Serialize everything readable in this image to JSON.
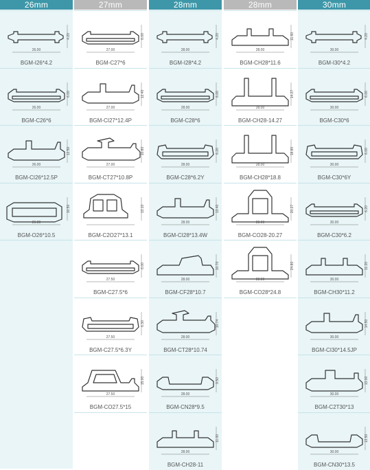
{
  "columns": [
    {
      "header": "26mm",
      "style": "teal",
      "items": [
        {
          "label": "BGM-I26*4.2",
          "width": "26.00",
          "height": "4.20",
          "shape": "flat"
        },
        {
          "label": "BGM-C26*6",
          "width": "26.00",
          "height": "6.00",
          "shape": "channel"
        },
        {
          "label": "BGM-CI26*12.5P",
          "width": "26.00",
          "height": "12.50",
          "shape": "ci"
        },
        {
          "label": "BGM-O26*10.5",
          "width": "26.00",
          "height": "10.50",
          "shape": "box"
        }
      ]
    },
    {
      "header": "27mm",
      "style": "gray",
      "items": [
        {
          "label": "BGM-C27*6",
          "width": "27.00",
          "height": "6.00",
          "shape": "channel"
        },
        {
          "label": "BGM-CI27*12.4P",
          "width": "27.00",
          "height": "12.40",
          "shape": "ci"
        },
        {
          "label": "BGM-CT27*10.8P",
          "width": "27.00",
          "height": "10.80",
          "shape": "ct"
        },
        {
          "label": "BGM-C2O27*13.1",
          "width": "",
          "height": "13.10",
          "shape": "c2o"
        },
        {
          "label": "BGM-C27.5*6",
          "width": "27.50",
          "height": "6.00",
          "shape": "channel"
        },
        {
          "label": "BGM-C27.5*6.3Y",
          "width": "27.50",
          "height": "6.30",
          "shape": "channely"
        },
        {
          "label": "BGM-CO27.5*15",
          "width": "27.50",
          "height": "15.00",
          "shape": "co"
        }
      ]
    },
    {
      "header": "28mm",
      "style": "teal",
      "items": [
        {
          "label": "BGM-I28*4.2",
          "width": "28.00",
          "height": "4.20",
          "shape": "flat"
        },
        {
          "label": "BGM-C28*6",
          "width": "28.00",
          "height": "6.00",
          "shape": "channel"
        },
        {
          "label": "BGM-C28*6.2Y",
          "width": "28.00",
          "height": "6.20",
          "shape": "channely"
        },
        {
          "label": "BGM-CI28*13.4W",
          "width": "28.00",
          "height": "13.40",
          "shape": "ci"
        },
        {
          "label": "BGM-CF28*10.7",
          "width": "28.00",
          "height": "10.70",
          "shape": "cf"
        },
        {
          "label": "BGM-CT28*10.74",
          "width": "28.00",
          "height": "10.74",
          "shape": "ct"
        },
        {
          "label": "BGM-CN28*9.5",
          "width": "28.00",
          "height": "9.50",
          "shape": "cn"
        },
        {
          "label": "BGM-CH28-11",
          "width": "28.00",
          "height": "11.00",
          "shape": "ch"
        }
      ]
    },
    {
      "header": "28mm",
      "style": "gray",
      "items": [
        {
          "label": "BGM-CH28*11.6",
          "width": "28.00",
          "height": "11.60",
          "shape": "ch"
        },
        {
          "label": "BGM-CH28-14.27",
          "width": "28.00",
          "height": "14.27",
          "shape": "chtall"
        },
        {
          "label": "BGM-CH28*18.8",
          "width": "28.00",
          "height": "18.80",
          "shape": "chtall"
        },
        {
          "label": "BGM-CO28-20.27",
          "width": "28.00",
          "height": "20.27",
          "shape": "cotall"
        },
        {
          "label": "BGM-CO28*24.8",
          "width": "28.00",
          "height": "24.80",
          "shape": "cotall"
        }
      ]
    },
    {
      "header": "30mm",
      "style": "teal",
      "items": [
        {
          "label": "BGM-I30*4.2",
          "width": "30.00",
          "height": "4.20",
          "shape": "flat"
        },
        {
          "label": "BGM-C30*6",
          "width": "30.00",
          "height": "6.00",
          "shape": "channel"
        },
        {
          "label": "BGM-C30*6Y",
          "width": "30.00",
          "height": "6.00",
          "shape": "channely"
        },
        {
          "label": "BGM-C30*6.2",
          "width": "30.00",
          "height": "6.20",
          "shape": "channel"
        },
        {
          "label": "BGM-CH30*11.2",
          "width": "30.00",
          "height": "11.20",
          "shape": "ch"
        },
        {
          "label": "BGM-CI30*14.5JP",
          "width": "30.00",
          "height": "14.50",
          "shape": "ci"
        },
        {
          "label": "BGM-C2T30*13",
          "width": "30.00",
          "height": "13.00",
          "shape": "c2t"
        },
        {
          "label": "BGM-CN30*13.5",
          "width": "30.00",
          "height": "13.50",
          "shape": "cn"
        }
      ]
    }
  ],
  "colors": {
    "teal": "#3d97a8",
    "gray": "#b9b9b9",
    "cell": "#e9f5f7",
    "line": "#333333"
  }
}
